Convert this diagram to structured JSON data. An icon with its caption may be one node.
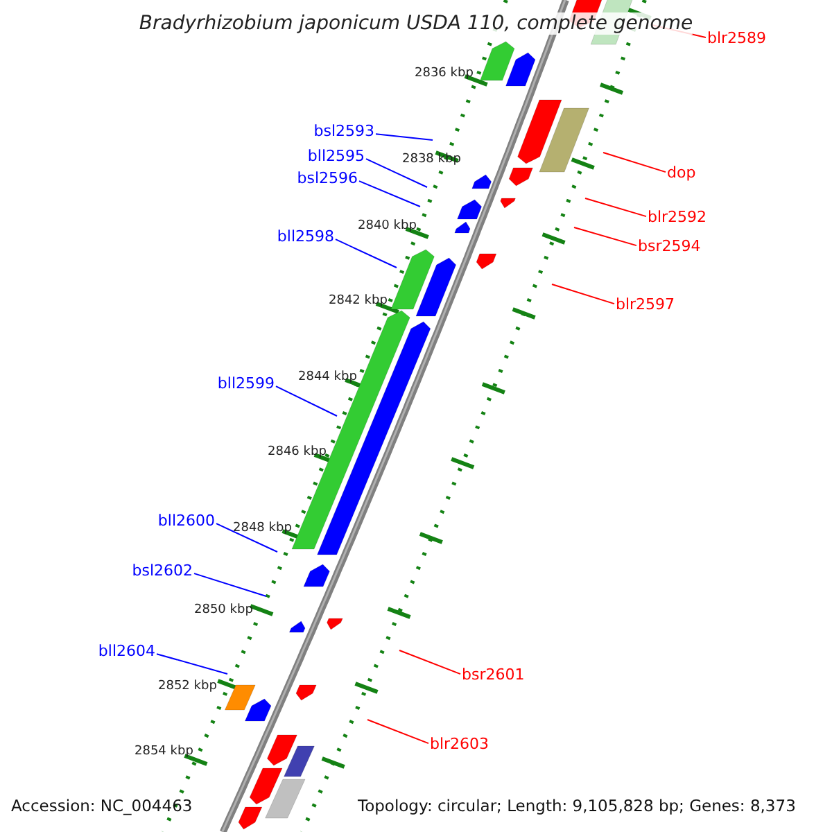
{
  "diagram": {
    "title": "Bradyrhizobium japonicum USDA 110, complete genome",
    "nodes": [
      {
        "text": [
          "blr2589"
        ]
      },
      {
        "text": [
          "bsl2593"
        ]
      },
      {
        "text": [
          "bll2595"
        ]
      },
      {
        "text": [
          "dop"
        ]
      },
      {
        "text": [
          "bsl2596"
        ]
      },
      {
        "text": [
          "blr2592"
        ]
      },
      {
        "text": [
          "bll2598"
        ]
      },
      {
        "text": [
          "bsr2594"
        ]
      },
      {
        "text": [
          "blr2597"
        ]
      },
      {
        "text": [
          "bll2599"
        ]
      },
      {
        "text": [
          "bll2600"
        ]
      },
      {
        "text": [
          "bsl2602"
        ]
      },
      {
        "text": [
          "bll2604"
        ]
      },
      {
        "text": [
          "bsr2601"
        ]
      },
      {
        "text": [
          "blr2603"
        ]
      }
    ],
    "edges": [
      {
        "from": 0,
        "to": null,
        "arrow": "none",
        "color": "#ff0000"
      },
      {
        "from": 1,
        "to": null,
        "arrow": "none"
      },
      {
        "from": 2,
        "to": null,
        "arrow": "none"
      },
      {
        "from": 3,
        "to": null,
        "arrow": "none",
        "color": "#ff0000"
      },
      {
        "from": 4,
        "to": null,
        "arrow": "none"
      },
      {
        "from": 5,
        "to": null,
        "arrow": "none",
        "color": "#ff0000"
      },
      {
        "from": 6,
        "to": null,
        "arrow": "none"
      },
      {
        "from": 7,
        "to": null,
        "arrow": "none",
        "color": "#ff0000"
      },
      {
        "from": 8,
        "to": null,
        "arrow": "none",
        "color": "#ff0000"
      },
      {
        "from": 9,
        "to": null,
        "arrow": "none"
      },
      {
        "from": 10,
        "to": null,
        "arrow": "none"
      },
      {
        "from": 11,
        "to": null,
        "arrow": "none"
      },
      {
        "from": 12,
        "to": null,
        "arrow": "none"
      },
      {
        "from": 13,
        "to": null,
        "arrow": "none",
        "color": "#ff0000"
      },
      {
        "from": 14,
        "to": null,
        "arrow": "none",
        "color": "#ff0000"
      }
    ],
    "labels": [
      "2836 kbp",
      "2838 kbp",
      "2840 kbp",
      "2842 kbp",
      "2844 kbp",
      "2846 kbp",
      "2848 kbp",
      "2850 kbp",
      "2852 kbp",
      "2854 kbp",
      "Accession: NC_004463",
      "Topology: circular; Length: 9,105,828 bp; Genes: 8,373"
    ]
  }
}
